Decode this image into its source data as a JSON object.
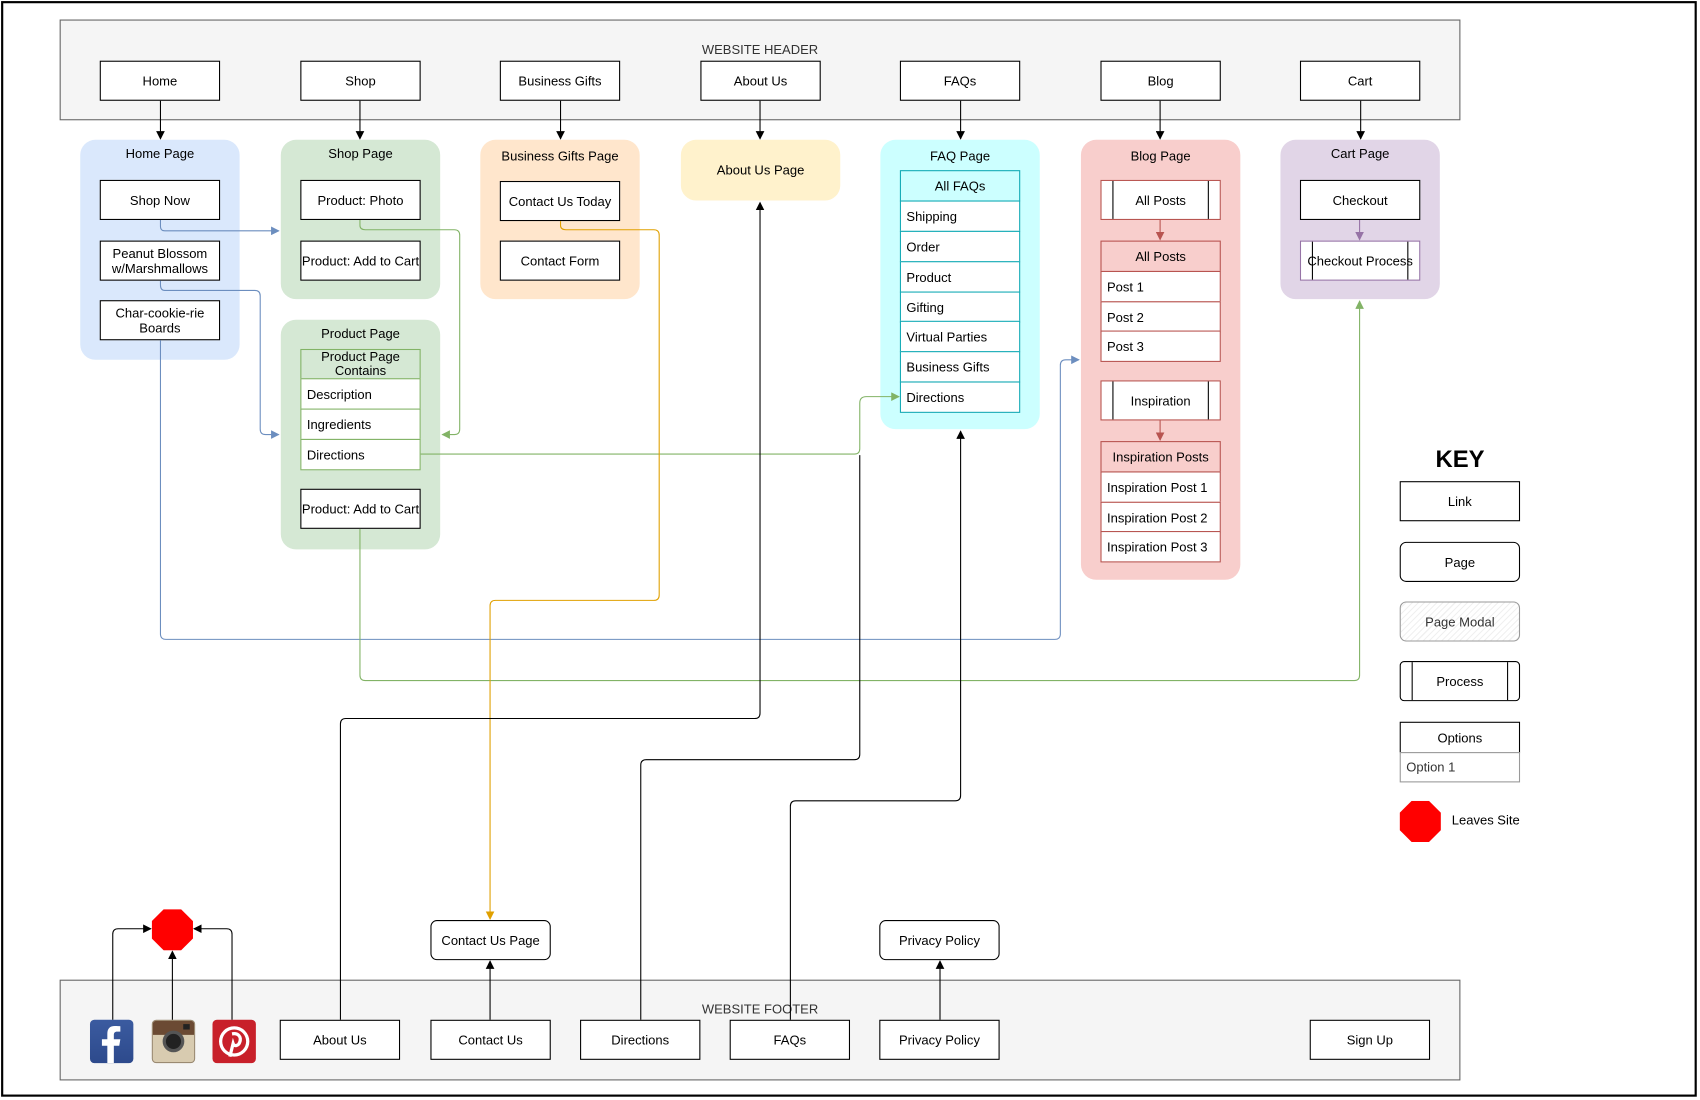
{
  "header": {
    "label": "WEBSITE HEADER",
    "nav": [
      "Home",
      "Shop",
      "Business Gifts",
      "About Us",
      "FAQs",
      "Blog",
      "Cart"
    ]
  },
  "home_page": {
    "title": "Home Page",
    "links": [
      "Shop Now",
      "Peanut Blossom w/Marshmallows",
      "Char-cookie-rie Boards"
    ]
  },
  "shop_page": {
    "title": "Shop Page",
    "links": [
      "Product: Photo",
      "Product: Add to Cart"
    ]
  },
  "product_page": {
    "title": "Product Page",
    "contains_title": "Product Page Contains",
    "options": [
      "Description",
      "Ingredients",
      "Directions"
    ],
    "add_to_cart": "Product: Add to Cart"
  },
  "business_gifts_page": {
    "title": "Business Gifts Page",
    "links": [
      "Contact Us Today",
      "Contact Form"
    ]
  },
  "about_us_page": {
    "title": "About Us Page"
  },
  "faq_page": {
    "title": "FAQ Page",
    "list_title": "All FAQs",
    "options": [
      "Shipping",
      "Order",
      "Product",
      "Gifting",
      "Virtual Parties",
      "Business Gifts",
      "Directions"
    ]
  },
  "blog_page": {
    "title": "Blog Page",
    "all_posts_process": "All Posts",
    "all_posts_title": "All Posts",
    "posts": [
      "Post 1",
      "Post 2",
      "Post 3"
    ],
    "inspiration_process": "Inspiration",
    "inspiration_title": "Inspiration Posts",
    "inspiration_posts": [
      "Inspiration Post 1",
      "Inspiration Post 2",
      "Inspiration Post 3"
    ]
  },
  "cart_page": {
    "title": "Cart Page",
    "checkout": "Checkout",
    "checkout_process": "Checkout Process"
  },
  "key": {
    "title": "KEY",
    "link": "Link",
    "page": "Page",
    "page_modal": "Page Modal",
    "process": "Process",
    "options": "Options",
    "option_1": "Option 1",
    "leaves_site": "Leaves Site"
  },
  "pages_below": {
    "contact_us_page": "Contact Us Page",
    "privacy_policy_page": "Privacy Policy"
  },
  "footer": {
    "label": "WEBSITE FOOTER",
    "links": [
      "About Us",
      "Contact Us",
      "Directions",
      "FAQs",
      "Privacy Policy",
      "Sign Up"
    ],
    "social_icons": [
      "facebook-icon",
      "instagram-icon",
      "pinterest-icon"
    ]
  },
  "colors": {
    "home": "#dae8fc",
    "home_edge": "#6c8ebf",
    "shop": "#d5e8d4",
    "shop_edge": "#82b366",
    "business": "#ffe6cc",
    "business_edge": "#d79b00",
    "about": "#fff2cc",
    "faq": "#ccffff",
    "faq_edge": "#12aab5",
    "blog": "#f8cecc",
    "blog_edge": "#b85450",
    "cart": "#e1d5e7",
    "cart_edge": "#9673a6",
    "stop": "#ff0000"
  }
}
